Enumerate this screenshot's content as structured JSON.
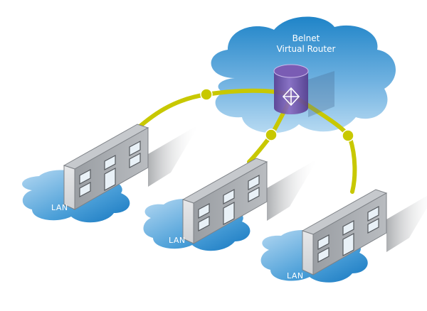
{
  "diagram": {
    "router_cloud": {
      "title_line1": "Belnet",
      "title_line2": "Virtual Router",
      "icon": "router-cylinder-icon"
    },
    "sites": [
      {
        "label": "LAN",
        "icon": "office-building-icon"
      },
      {
        "label": "LAN",
        "icon": "office-building-icon"
      },
      {
        "label": "LAN",
        "icon": "office-building-icon"
      }
    ],
    "connections": [
      {
        "from": "Belnet Virtual Router",
        "to": "LAN 1"
      },
      {
        "from": "Belnet Virtual Router",
        "to": "LAN 2"
      },
      {
        "from": "Belnet Virtual Router",
        "to": "LAN 3"
      }
    ],
    "colors": {
      "cloud_top": "#2f8fcf",
      "cloud_bottom": "#a9d2ef",
      "link": "#c8c800",
      "router": "#6a4ea0",
      "building_roof": "#c9ccd0",
      "building_front": "#dcdee0",
      "building_side": "#a7abaf"
    }
  }
}
